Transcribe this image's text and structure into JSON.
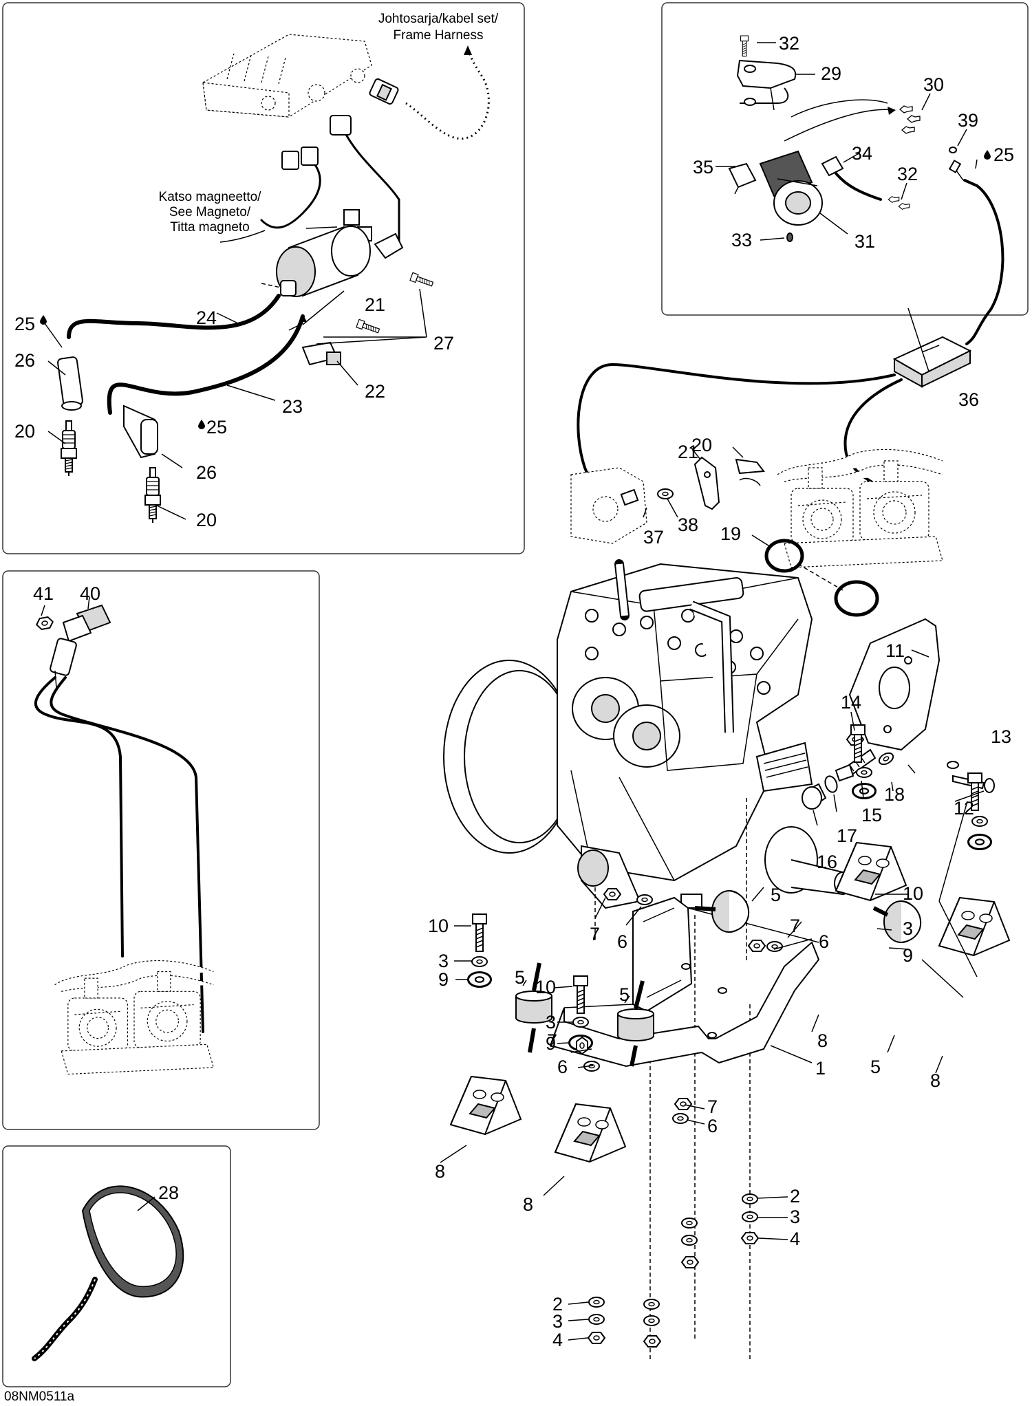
{
  "notes": {
    "frame_harness": [
      "Johtosarja/kabel set/",
      "Frame Harness"
    ],
    "see_magneto": [
      "Katso magneetto/",
      "See Magneto/",
      "Titta magneto"
    ]
  },
  "drawing_code": "08NM0511a",
  "callouts": {
    "p1": "1",
    "p2a": "2",
    "p2b": "2",
    "p3a": "3",
    "p3b": "3",
    "p3c": "3",
    "p3d": "3",
    "p4a": "4",
    "p4b": "4",
    "p5a": "5",
    "p5b": "5",
    "p5c": "5",
    "p5d": "5",
    "p6a": "6",
    "p6b": "6",
    "p6c": "6",
    "p6d": "6",
    "p7a": "7",
    "p7b": "7",
    "p7c": "7",
    "p7d": "7",
    "p8a": "8",
    "p8b": "8",
    "p8c": "8",
    "p8d": "8",
    "p9a": "9",
    "p9b": "9",
    "p9c": "9",
    "p10a": "10",
    "p10b": "10",
    "p10c": "10",
    "p11": "11",
    "p12": "12",
    "p13": "13",
    "p14": "14",
    "p15": "15",
    "p16": "16",
    "p17": "17",
    "p18": "18",
    "p19": "19",
    "p20a": "20",
    "p20b": "20",
    "p20c": "20",
    "p21a": "21",
    "p21b": "21",
    "p22": "22",
    "p23": "23",
    "p24": "24",
    "p25a": "25",
    "p25b": "25",
    "p25c": "25",
    "p26a": "26",
    "p26b": "26",
    "p27": "27",
    "p28": "28",
    "p29": "29",
    "p30": "30",
    "p31": "31",
    "p32a": "32",
    "p32b": "32",
    "p33": "33",
    "p34": "34",
    "p35": "35",
    "p36": "36",
    "p37": "37",
    "p38": "38",
    "p39": "39",
    "p40": "40",
    "p41": "41"
  }
}
